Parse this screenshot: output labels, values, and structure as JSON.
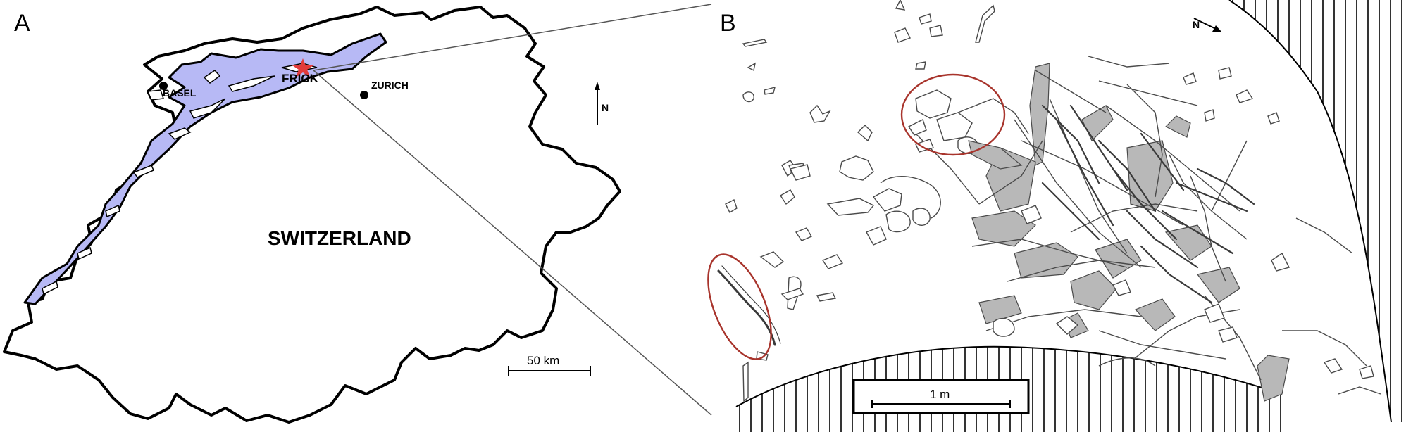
{
  "panel_a": {
    "letter": "A",
    "country": "SWITZERLAND",
    "cities": [
      {
        "name": "BASEL"
      },
      {
        "name": "FRICK"
      },
      {
        "name": "ZURICH"
      }
    ],
    "north": "N",
    "scale": "50 km",
    "colors": {
      "jura_fill": "#b7b9f5",
      "star": "#e23b3b",
      "outline": "#000000"
    }
  },
  "panel_b": {
    "letter": "B",
    "north": "N",
    "scale": "1 m",
    "colors": {
      "highlight_ellipse": "#a8342c",
      "bone_fill": "#b8b8b8",
      "hatch": "#000000"
    }
  }
}
